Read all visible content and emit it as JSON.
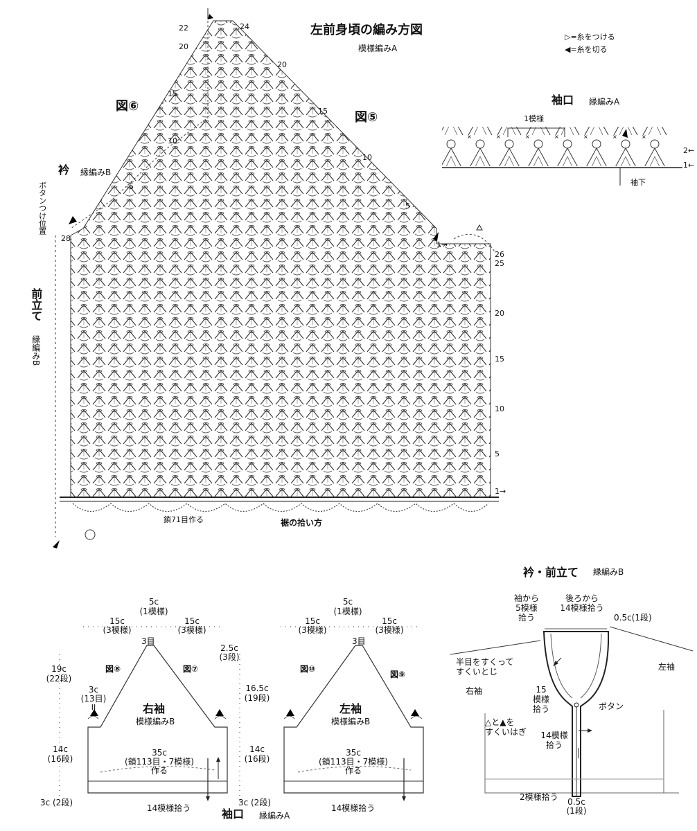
{
  "top": {
    "title": "左前身頃の編み方図",
    "subtitle": "模様編みA",
    "legend": [
      "▷=糸をつける",
      "◀=糸を切る"
    ],
    "fig6": "図⑥",
    "fig5": "図⑤",
    "collar_label": "衿",
    "collar_pattern": "縁編みB",
    "button_pos": "ボタンつけ位置",
    "front_band": "前立て",
    "front_band_pattern": "縁編みB",
    "chain_label": "鎖71目作る",
    "hem_label": "裾の拾い方",
    "right_rows": [
      "26",
      "25",
      "20",
      "15",
      "10",
      "5",
      "1→"
    ],
    "slope_rows": [
      "24",
      "20",
      "15",
      "10",
      "5"
    ],
    "left_rows": [
      "22",
      "20",
      "15",
      "10",
      "5",
      "28"
    ],
    "arrow_1": "1→"
  },
  "cuff": {
    "title": "袖口",
    "pattern": "縁編みA",
    "repeat": "1模様",
    "under_sleeve": "袖下",
    "rows": [
      "2←",
      "1←"
    ]
  },
  "right_sleeve": {
    "title": "右袖",
    "pattern": "模様編みB",
    "fig_left": "図⑧",
    "fig_right": "図⑦",
    "top_c": "5c",
    "top_r": "(1模様)",
    "side_l_c": "15c",
    "side_l_r": "(3模様)",
    "side_r_c": "15c",
    "side_r_r": "(3模様)",
    "peak": "3目",
    "left_dim": [
      "19c",
      "(22段)"
    ],
    "left_small": [
      "3c",
      "(13目)",
      "II"
    ],
    "mid_dim": [
      "14c",
      "(16段)"
    ],
    "bot_dim": [
      "3c",
      "(2段)"
    ],
    "width": "35c",
    "width_detail": "(鎖113目・7模様)",
    "make": "作る",
    "pick": "14模様拾う"
  },
  "left_sleeve": {
    "title": "左袖",
    "pattern": "模様編みB",
    "fig_left": "図⑩",
    "fig_right": "図⑨",
    "top_c": "5c",
    "top_r": "(1模様)",
    "side_l_c": "15c",
    "side_l_r": "(3模様)",
    "side_r_c": "15c",
    "side_r_r": "(3模様)",
    "peak": "3目",
    "top_dim": [
      "2.5c",
      "(3段)"
    ],
    "upper_dim": [
      "16.5c",
      "(19段)"
    ],
    "mid_dim": [
      "14c",
      "(16段)"
    ],
    "bot_dim": [
      "3c",
      "(2段)"
    ],
    "width": "35c",
    "width_detail": "(鎖113目・7模様)",
    "make": "作る",
    "pick": "14模様拾う"
  },
  "bottom_cuff": {
    "title": "袖口",
    "pattern": "縁編みA"
  },
  "collar": {
    "title": "衿・前立て",
    "pattern": "縁編みB",
    "from_sleeve": [
      "袖から",
      "5模様",
      "拾う"
    ],
    "from_back": [
      "後ろから",
      "14模様拾う"
    ],
    "rows_top": "0.5c(1段)",
    "half_stitch": [
      "半目をすくって",
      "すくいとじ"
    ],
    "left_sleeve": "左袖",
    "right_sleeve": "右袖",
    "pick15": [
      "15",
      "模様",
      "拾う"
    ],
    "button": "ボタン",
    "tri": [
      "△と▲を",
      "すくいはぎ"
    ],
    "pick14": [
      "14模様",
      "拾う"
    ],
    "pick2": "2模様拾う",
    "bottom": [
      "0.5c",
      "(1段)"
    ]
  }
}
